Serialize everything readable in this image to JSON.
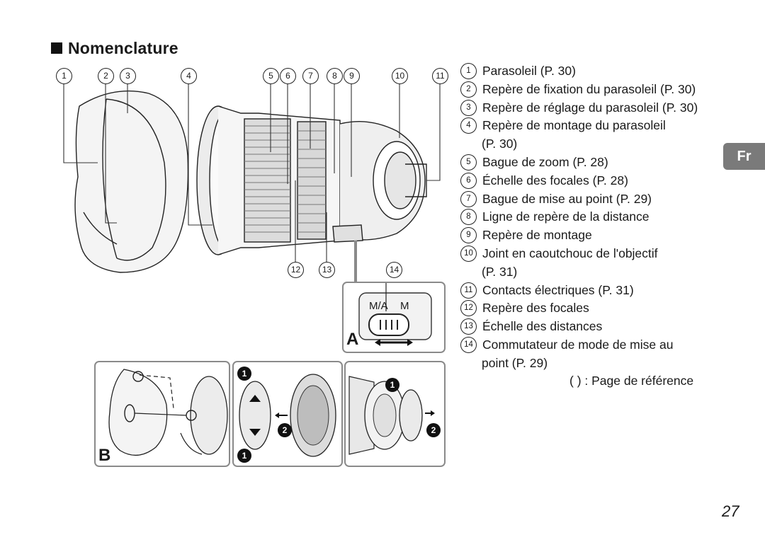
{
  "title": "Nomenclature",
  "side_tab": "Fr",
  "page_number": "27",
  "callout_numbers": [
    "1",
    "2",
    "3",
    "4",
    "5",
    "6",
    "7",
    "8",
    "9",
    "10",
    "11",
    "12",
    "13",
    "14"
  ],
  "items": [
    {
      "num": "1",
      "text": "Parasoleil (P. 30)"
    },
    {
      "num": "2",
      "text": "Repère de fixation du parasoleil (P. 30)"
    },
    {
      "num": "3",
      "text": "Repère de réglage du parasoleil (P. 30)"
    },
    {
      "num": "4",
      "text": "Repère de montage du parasoleil",
      "cont": "(P. 30)"
    },
    {
      "num": "5",
      "text": "Bague de zoom (P. 28)"
    },
    {
      "num": "6",
      "text": "Échelle des focales (P. 28)"
    },
    {
      "num": "7",
      "text": "Bague de mise au point (P. 29)"
    },
    {
      "num": "8",
      "text": "Ligne de repère de la distance"
    },
    {
      "num": "9",
      "text": "Repère de montage"
    },
    {
      "num": "10",
      "text": "Joint en caoutchouc de l'objectif",
      "cont": "(P. 31)"
    },
    {
      "num": "11",
      "text": "Contacts électriques (P. 31)"
    },
    {
      "num": "12",
      "text": "Repère des focales"
    },
    {
      "num": "13",
      "text": "Échelle des distances"
    },
    {
      "num": "14",
      "text": "Commutateur de mode de mise au",
      "cont": "point (P. 29)"
    }
  ],
  "reference_note": "(    ) : Page de référence",
  "figure": {
    "switch_labels": {
      "ma": "M/A",
      "m": "M"
    },
    "panel_a": "A",
    "panel_b": "B",
    "steps": {
      "one": "1",
      "two": "2"
    }
  }
}
